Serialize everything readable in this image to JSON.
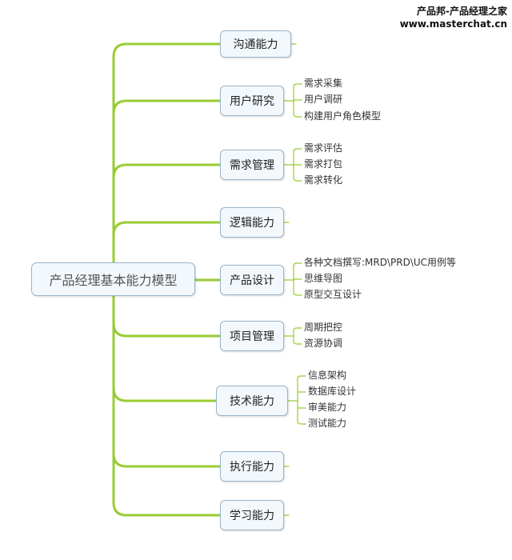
{
  "watermark": {
    "line1": "产品邦-产品经理之家",
    "line2": "www.masterchat.cn"
  },
  "root": "产品经理基本能力模型",
  "line_color": "#99cc33",
  "branches": [
    {
      "label": "沟通能力",
      "items": []
    },
    {
      "label": "用户研究",
      "items": [
        "需求采集",
        "用户调研",
        "构建用户角色模型"
      ]
    },
    {
      "label": "需求管理",
      "items": [
        "需求评估",
        "需求打包",
        "需求转化"
      ]
    },
    {
      "label": "逻辑能力",
      "items": []
    },
    {
      "label": "产品设计",
      "items": [
        "各种文档撰写:MRD\\PRD\\UC用例等",
        "思维导图",
        "原型交互设计"
      ]
    },
    {
      "label": "项目管理",
      "items": [
        "周期把控",
        "资源协调"
      ]
    },
    {
      "label": "技术能力",
      "items": [
        "信息架构",
        "数据库设计",
        "审美能力",
        "测试能力"
      ]
    },
    {
      "label": "执行能力",
      "items": []
    },
    {
      "label": "学习能力",
      "items": []
    }
  ]
}
